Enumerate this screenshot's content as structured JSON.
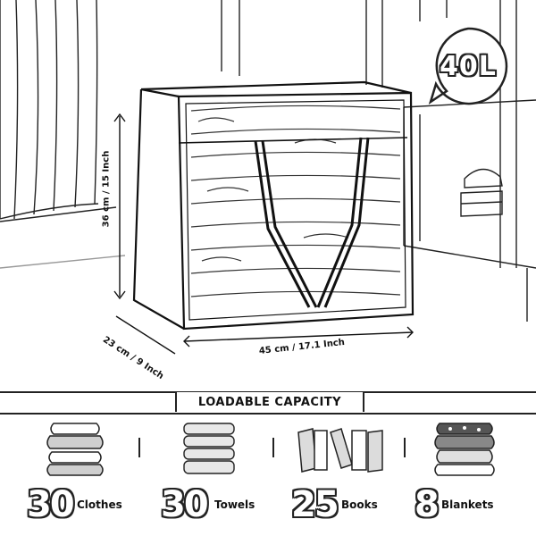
{
  "badge": {
    "text": "40L"
  },
  "dimensions": {
    "height": "36 cm / 15 Inch",
    "depth": "23 cm / 9 Inch",
    "width": "45 cm / 17.1 Inch"
  },
  "capacity": {
    "title": "LOADABLE CAPACITY",
    "items": [
      {
        "count": "30",
        "label": "Clothes",
        "icon": "folded-clothes-icon"
      },
      {
        "count": "30",
        "label": "Towels",
        "icon": "towel-stack-icon"
      },
      {
        "count": "25",
        "label": "Books",
        "icon": "books-icon"
      },
      {
        "count": "8",
        "label": "Blankets",
        "icon": "blanket-stack-icon"
      }
    ]
  }
}
